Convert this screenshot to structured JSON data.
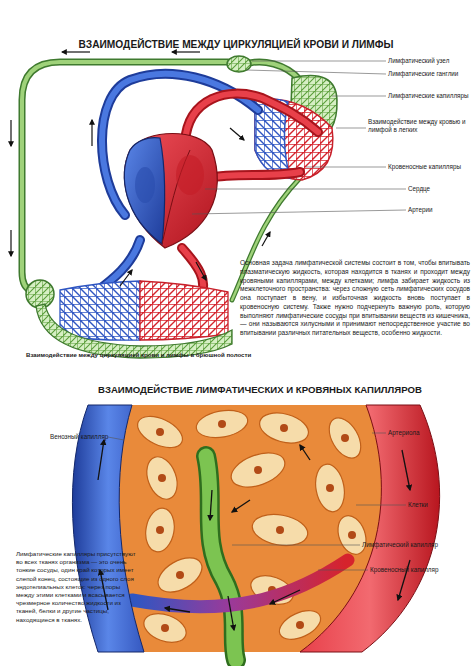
{
  "diagram": {
    "title": "ВЗАИМОДЕЙСТВИЕ МЕЖДУ ЦИРКУЛЯЦИЕЙ КРОВИ И ЛИМФЫ",
    "caption": "Взаимодействие между циркуляцией крови и лимфы в брюшной полости",
    "labels": [
      "Лимфатический узел",
      "Лимфатические ганглии",
      "Лимфатические капилляры",
      "Взаимодействие между кровью и лимфой в легких",
      "Кровеносные капилляры",
      "Сердце",
      "Артерии",
      "Основная задача лимфатической системы состоит в том, чтобы впитывать плазматическую жидкость, которая находится в тканях и проходит между кровяными капиллярами, между клетками; лимфа забирает жидкость из межклеточного пространства: через сложную сеть лимфатических сосудов она поступает в вену, и избыточная жидкость вновь поступает в кровеносную систему. Также нужно подчеркнуть важную роль, которую выполняют лимфатические сосуды при впитывании веществ из кишечника, — они называются хилусными и принимают непосредственное участие во впитывании различных питательных веществ, особенно жидкости.",
      "ВЗАИМОДЕЙСТВИЕ ЛИМФАТИЧЕСКИХ И КРОВЯНЫХ КАПИЛЛЯРОВ",
      "Венозный капилляр",
      "Артериола",
      "Клетки",
      "Лимфатический капилляр",
      "Кровеносный капилляр",
      "Лимфатические капилляры присутствуют во всех тканях организма — это очень тонкие сосуды, один край которых имеет слепой конец, состоящие из одного слоя эндотелиальных клеток: через поры между этими клетками и всасывается чрезмерное количество жидкости из тканей, белки и другие частицы, находящиеся в тканях."
    ]
  }
}
